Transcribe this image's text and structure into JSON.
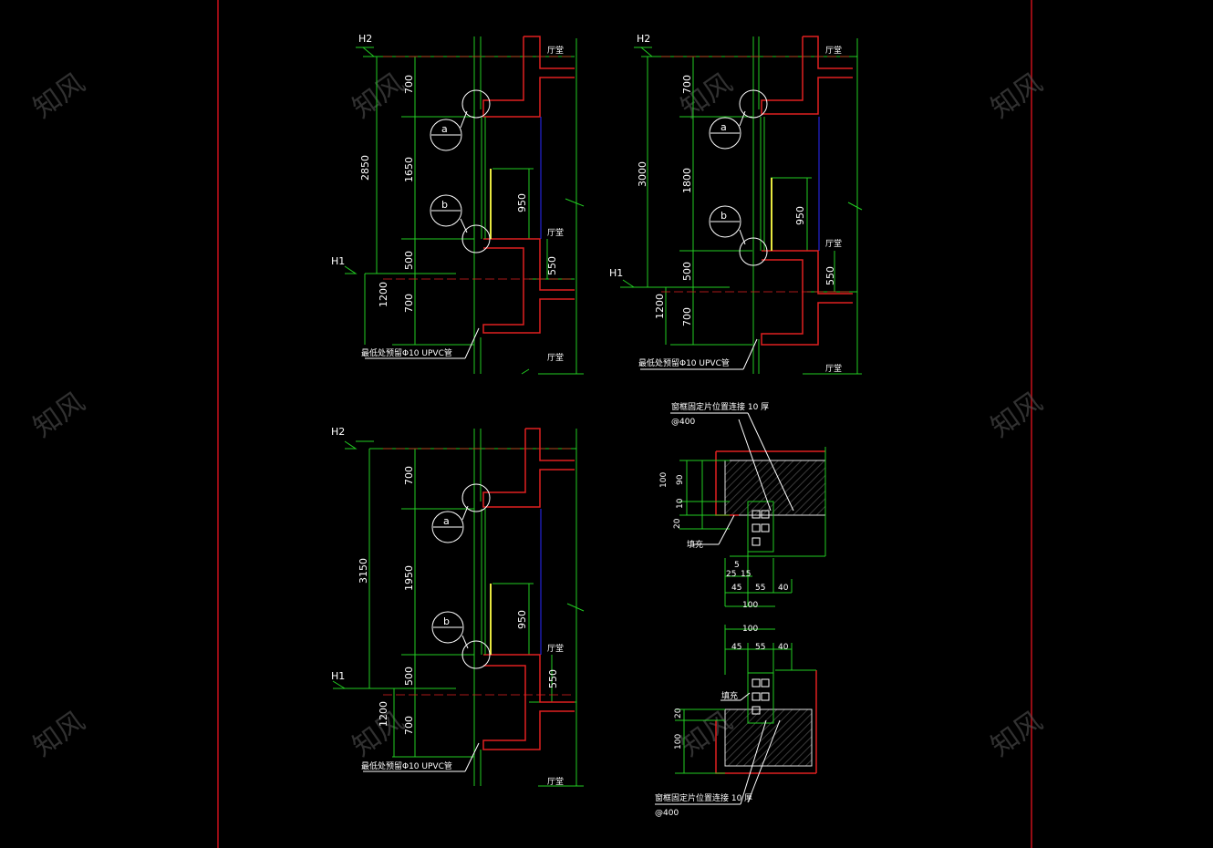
{
  "colors": {
    "background": "#000000",
    "border": "#c8101a",
    "dimension": "#22cc22",
    "wall": "#e02020",
    "glass": "#2a2aff",
    "annotation": "#ffffff",
    "handle": "#e8e840"
  },
  "watermark": "知风",
  "legend_text": "最低处预留Φ10 UPVC管",
  "detail_1": {
    "levels": [
      "H2",
      "H1"
    ],
    "total": "2850",
    "segments": [
      "700",
      "1650",
      "500",
      "700"
    ],
    "sill": "1200",
    "handle_height": "950",
    "beam_depth": "550",
    "markers": [
      "a",
      "b"
    ],
    "side_notes": [
      "厅堂",
      "厅堂",
      "厅堂"
    ]
  },
  "detail_2": {
    "levels": [
      "H2",
      "H1"
    ],
    "total": "3000",
    "segments": [
      "700",
      "1800",
      "500",
      "700"
    ],
    "sill": "1200",
    "handle_height": "950",
    "beam_depth": "550",
    "markers": [
      "a",
      "b"
    ],
    "side_notes": [
      "厅堂",
      "厅堂",
      "厅堂"
    ]
  },
  "detail_3": {
    "levels": [
      "H2",
      "H1"
    ],
    "total": "3150",
    "segments": [
      "700",
      "1950",
      "500",
      "700"
    ],
    "sill": "1200",
    "handle_height": "950",
    "beam_depth": "550",
    "markers": [
      "a",
      "b"
    ],
    "side_notes": [
      "厅堂",
      "厅堂"
    ]
  },
  "section_top": {
    "note": "窗框固定片位置连接  10  厚",
    "spacing": "@400",
    "dims_v": [
      "100",
      "90",
      "10",
      "20"
    ],
    "dims_h1": [
      "5",
      "25",
      "15"
    ],
    "dims_h2": [
      "45",
      "55",
      "40"
    ],
    "total_w": "100",
    "filler": "填充"
  },
  "section_bottom": {
    "note": "窗框固定片位置连接  10  厚",
    "spacing": "@400",
    "total_w": "100",
    "dims_h": [
      "45",
      "55",
      "40"
    ],
    "dims_v": [
      "20",
      "100"
    ],
    "filler": "填充"
  }
}
